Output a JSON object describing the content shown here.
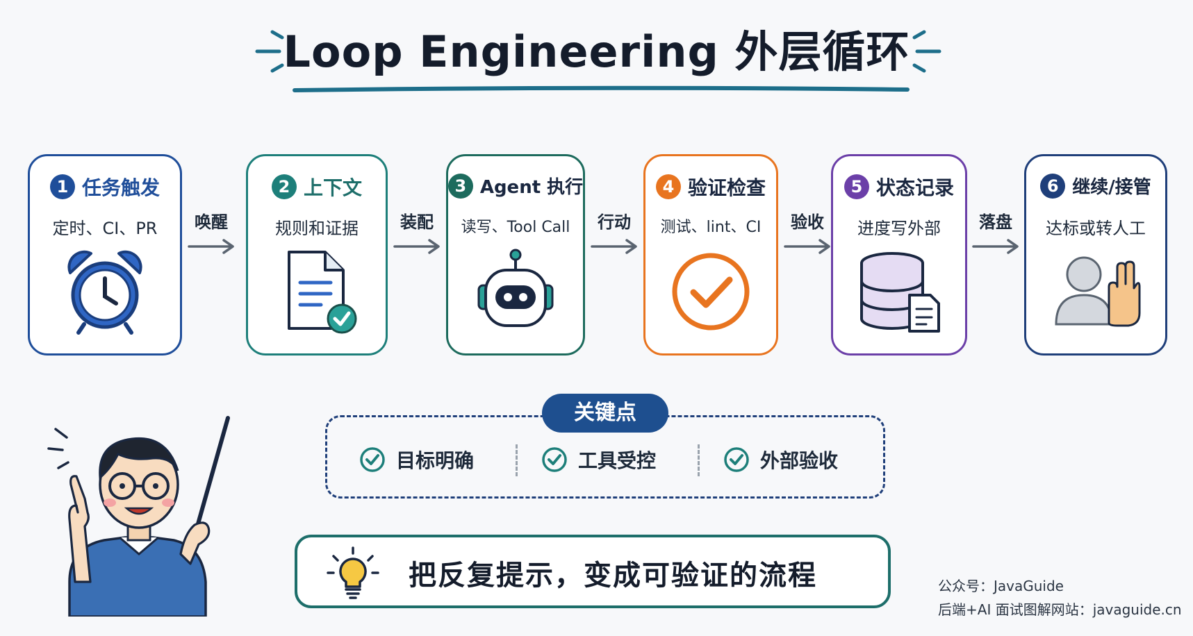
{
  "title": "Loop Engineering 外层循环",
  "colors": {
    "step1": "#1f4e9a",
    "step2": "#1d7f7a",
    "step3": "#1d6b5d",
    "step4": "#e8741f",
    "step5": "#6b3fa8",
    "step6": "#1f3f7a",
    "accent": "#1e4f8f"
  },
  "steps": [
    {
      "number": "1",
      "title": "任务触发",
      "subtitle": "定时、CI、PR",
      "icon": "alarm-clock-icon"
    },
    {
      "number": "2",
      "title": "上下文",
      "subtitle": "规则和证据",
      "icon": "document-check-icon"
    },
    {
      "number": "3",
      "title": "Agent 执行",
      "subtitle": "读写、Tool Call",
      "icon": "robot-icon"
    },
    {
      "number": "4",
      "title": "验证检查",
      "subtitle": "测试、lint、CI",
      "icon": "check-circle-icon"
    },
    {
      "number": "5",
      "title": "状态记录",
      "subtitle": "进度写外部",
      "icon": "database-document-icon"
    },
    {
      "number": "6",
      "title": "继续/接管",
      "subtitle": "达标或转人工",
      "icon": "person-hand-icon"
    }
  ],
  "connectors": [
    "唤醒",
    "装配",
    "行动",
    "验收",
    "落盘"
  ],
  "key_points": {
    "label": "关键点",
    "items": [
      "目标明确",
      "工具受控",
      "外部验收"
    ]
  },
  "banner": "把反复提示，变成可验证的流程",
  "footer": {
    "line1": "公众号：JavaGuide",
    "line2": "后端+AI 面试图解网站：javaguide.cn"
  }
}
